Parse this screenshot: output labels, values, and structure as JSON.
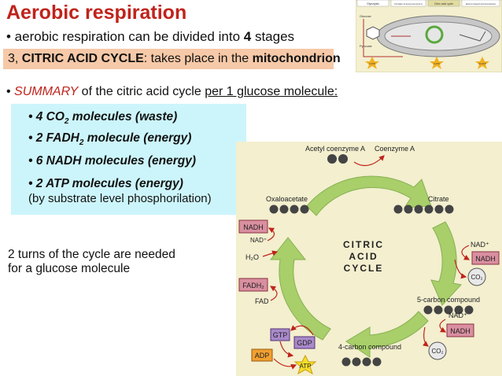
{
  "slide": {
    "title": "Aerobic respiration",
    "subtitle_prefix": "• aerobic respiration can be divided into ",
    "subtitle_count": "4",
    "subtitle_suffix": " stages",
    "stage_number": "3, ",
    "stage_name": "CITRIC ACID CYCLE",
    "stage_middle": ": takes place in the ",
    "stage_location": "mitochondrion",
    "summary_bullet": "• ",
    "summary_word": "SUMMARY",
    "summary_middle": " of the citric acid cycle ",
    "summary_underlined": "per 1 glucose molecule:",
    "items": [
      {
        "pre": "• 4 CO",
        "sub": "2",
        "post": " molecules (waste)"
      },
      {
        "pre": "• 2 FADH",
        "sub": "2",
        "post": " molecule  (energy)"
      },
      {
        "pre": "• 6 NADH molecules (energy)",
        "sub": "",
        "post": ""
      },
      {
        "pre": "• 2 ATP molecules (energy)",
        "sub": "",
        "post": ""
      }
    ],
    "atp_note": "(by substrate level phosphorilation)",
    "turns_line1": "2 turns of the cycle are needed",
    "turns_line2": "for a glucose molecule"
  },
  "mito_diagram": {
    "headers": [
      "Glycolysis",
      "Formation of acetyl coenzyme A",
      "Citric acid cycle",
      "Electron transport and chemiosmosis"
    ],
    "glucose": "Glucose",
    "pyruvate": "Pyruvate",
    "atp_labels": [
      "2 ATP",
      "2 ATP",
      "32 ATP"
    ]
  },
  "cycle": {
    "center": [
      "CITRIC",
      "ACID",
      "CYCLE"
    ],
    "acetyl": "Acetyl coenzyme A",
    "coenzyme": "Coenzyme A",
    "oxaloacetate": "Oxaloacetate",
    "citrate": "Citrate",
    "five_carbon": "5-carbon compound",
    "four_carbon": "4-carbon compound",
    "nadh": "NADH",
    "nad": "NAD⁺",
    "h2o": "H₂O",
    "fadh2": "FADH₂",
    "fad": "FAD",
    "co2": "CO₂",
    "gtp": "GTP",
    "gdp": "GDP",
    "adp": "ADP",
    "atp": "ATP"
  },
  "colors": {
    "title": "#c0231b",
    "stage_bar": "#f6c9a8",
    "summary_box": "#ccf5fb",
    "diagram_bg": "#f3efcf",
    "cycle_arrow": "#a8cf6a",
    "nadh_box": "#d98fa0",
    "gtp_box": "#a889c9",
    "adp_box": "#f0a030",
    "atp_star": "#f5e028",
    "molecule": "#444444"
  }
}
